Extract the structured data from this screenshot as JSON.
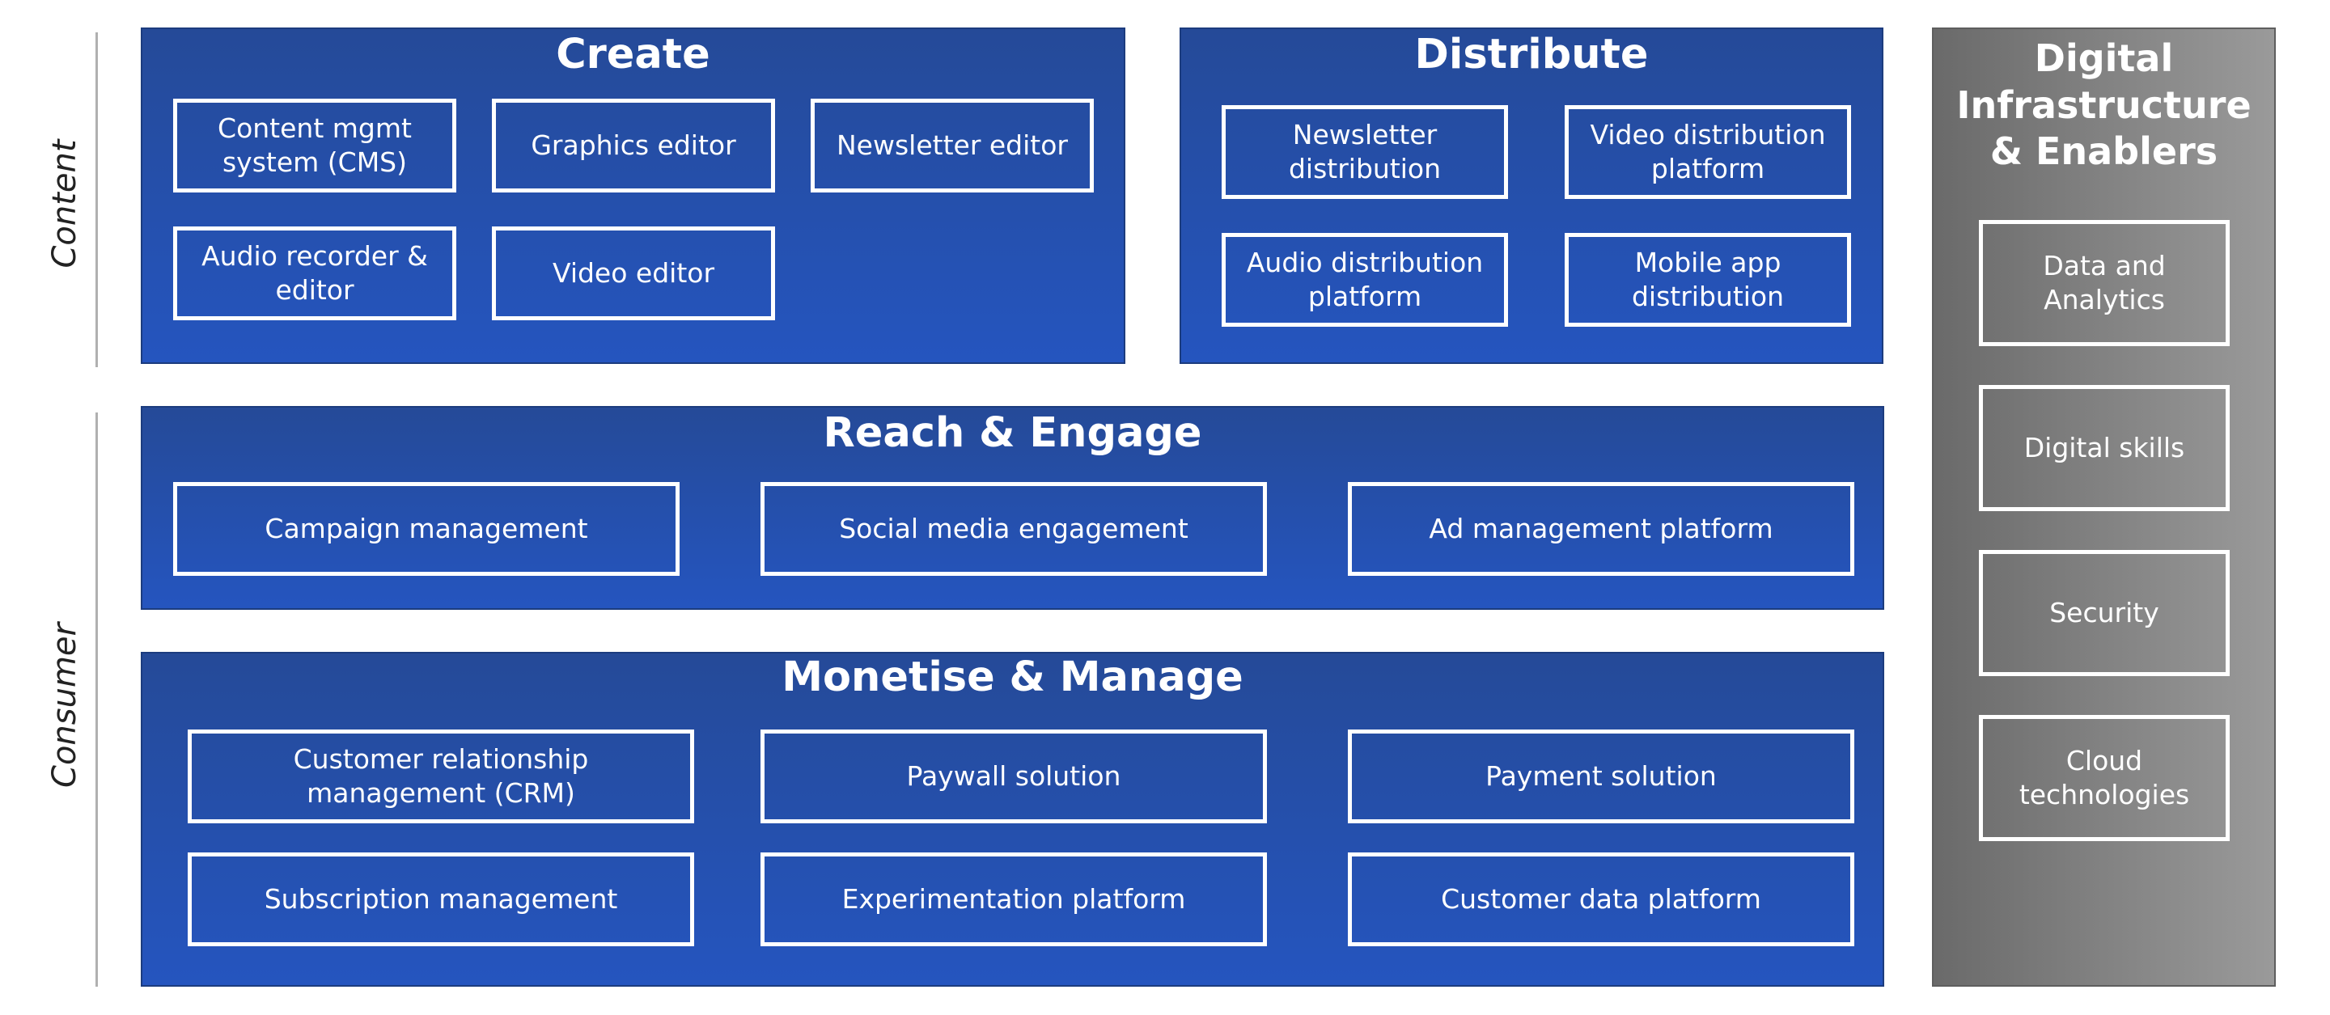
{
  "axis": {
    "content_label": "Content",
    "consumer_label": "Consumer"
  },
  "create": {
    "title": "Create",
    "items": [
      "Content mgmt system (CMS)",
      "Graphics editor",
      "Newsletter editor",
      "Audio recorder & editor",
      "Video editor"
    ]
  },
  "distribute": {
    "title": "Distribute",
    "items": [
      "Newsletter distribution",
      "Video distribution platform",
      "Audio distribution platform",
      "Mobile app distribution"
    ]
  },
  "reach": {
    "title": "Reach & Engage",
    "items": [
      "Campaign management",
      "Social media engagement",
      "Ad management platform"
    ]
  },
  "monetise": {
    "title": "Monetise & Manage",
    "items": [
      "Customer relationship management (CRM)",
      "Paywall solution",
      "Payment solution",
      "Subscription management",
      "Experimentation platform",
      "Customer data platform"
    ]
  },
  "infrastructure": {
    "title": "Digital\nInfrastructure\n& Enablers",
    "items": [
      "Data and Analytics",
      "Digital skills",
      "Security",
      "Cloud technologies"
    ]
  },
  "colors": {
    "panel_blue": "#2450b0",
    "infra_grey": "#808080",
    "border_white": "#ffffff"
  }
}
